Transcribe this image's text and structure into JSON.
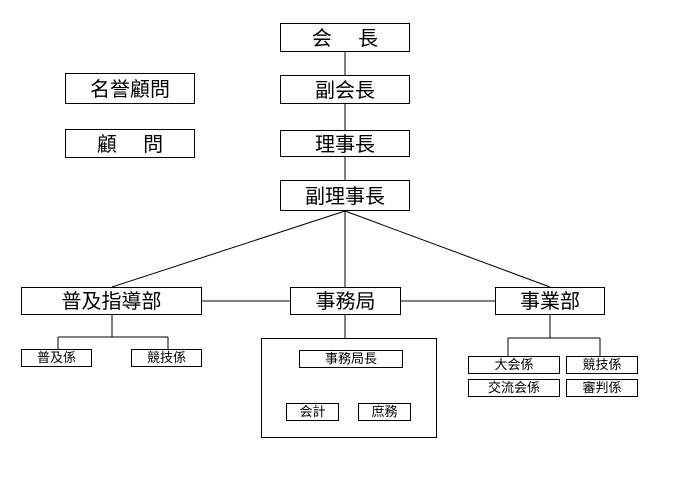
{
  "colors": {
    "line": "#000000",
    "box_border": "#000000",
    "background": "#ffffff"
  },
  "nodes": {
    "president": "会　 長",
    "vice_president": "副会長",
    "chairman": "理事長",
    "vice_chairman": "副理事長",
    "honorary_advisor": "名誉顧問",
    "advisor": "顧　 問",
    "promotion_dept": "普及指導部",
    "secretariat": "事務局",
    "business_dept": "事業部",
    "promotion_staff": "普及係",
    "competition_staff_promo": "競技係",
    "secretariat_chief": "事務局長",
    "accounting": "会計",
    "general_affairs": "庶務",
    "tournament_staff": "大会係",
    "competition_staff_business": "競技係",
    "exchange_staff": "交流会係",
    "referee_staff": "審判係"
  }
}
